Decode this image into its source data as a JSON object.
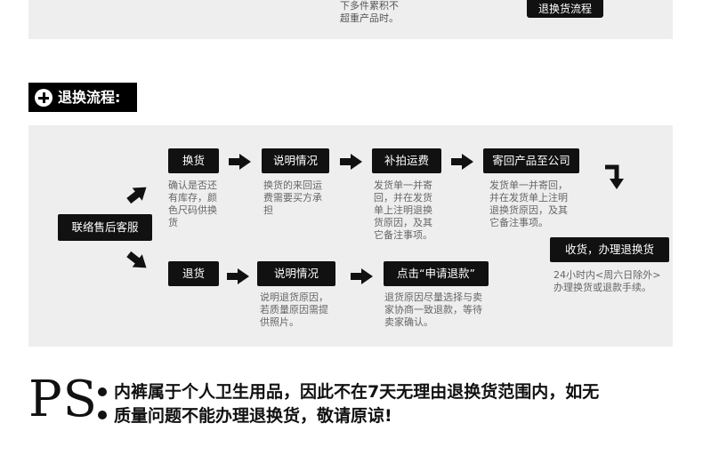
{
  "top": {
    "note_line1": "下多件累积不",
    "note_line2": "超重产品时。",
    "button_label": "退换货流程"
  },
  "section": {
    "title": "退换流程:"
  },
  "flow": {
    "start_label": "联络售后客服",
    "exchange": {
      "label": "换货",
      "desc": [
        "确认是否还",
        "有库存，颜",
        "色尺码供换",
        "货"
      ]
    },
    "exchange_explain": {
      "label": "说明情况",
      "desc": [
        "换货的来回运",
        "费需要买方承",
        "担"
      ]
    },
    "shipping": {
      "label": "补拍运费",
      "desc": [
        "发货单一并寄",
        "回，并在发货",
        "单上注明退换",
        "货原因，及其",
        "它备注事项。"
      ]
    },
    "send_back": {
      "label": "寄回产品至公司",
      "desc": [
        "发货单一并寄回，",
        "并在发货单上注明",
        "退换货原因，及其",
        "它备注事项。"
      ]
    },
    "receive": {
      "label": "收货，办理退换货",
      "desc": [
        "24小时内<周六日除外>",
        "办理换货或退款手续。"
      ]
    },
    "refund": {
      "label": "退货"
    },
    "refund_explain": {
      "label": "说明情况",
      "desc": [
        "说明退货原因，",
        "若质量原因需提",
        "供照片。"
      ]
    },
    "apply": {
      "label": "点击“申请退款”",
      "desc": [
        "退货原因尽量选择与卖",
        "家协商一致退款，等待",
        "卖家确认。"
      ]
    }
  },
  "ps": {
    "mark": "PS",
    "line1": "内裤属于个人卫生用品，因此不在7天无理由退换货范围内，如无",
    "line2": "质量问题不能办理退换货，敬请原谅!"
  }
}
